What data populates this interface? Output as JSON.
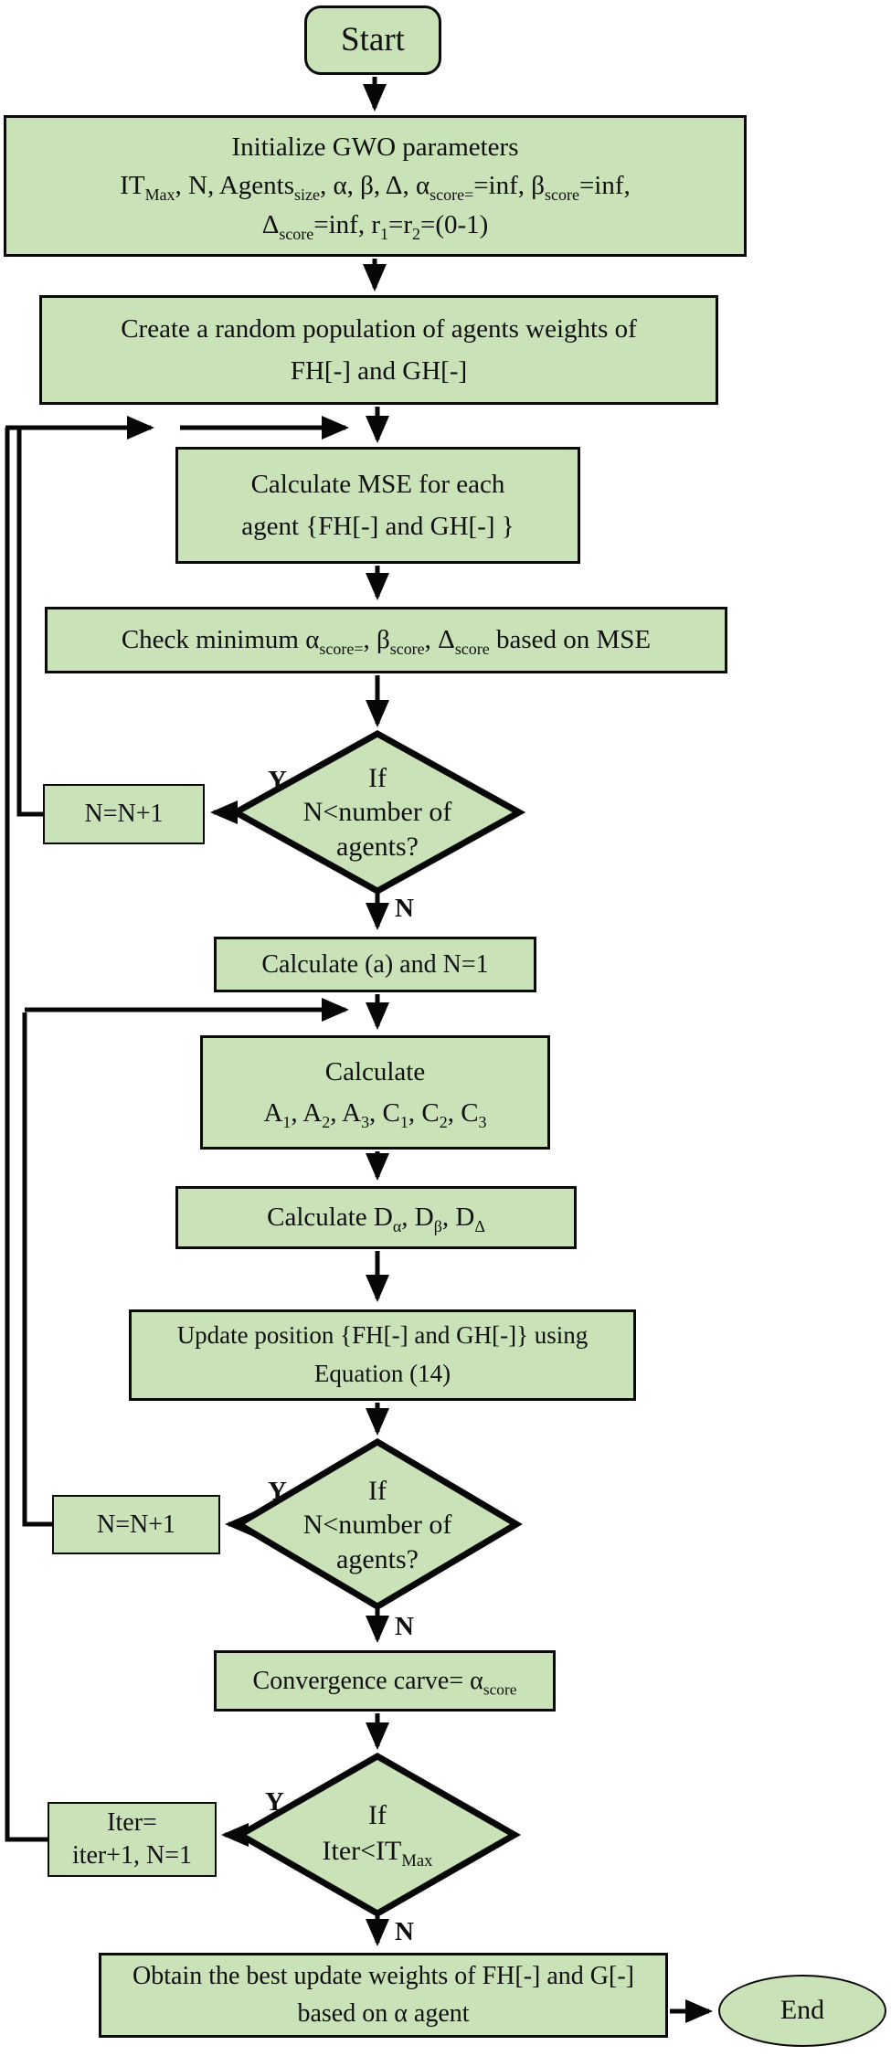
{
  "colors": {
    "node_fill": "#c9e2b8",
    "node_border": "#0a0a0a",
    "line": "#070707"
  },
  "labels": {
    "yes": "Y",
    "no": "N"
  },
  "nodes": {
    "start": {
      "label": "Start"
    },
    "init": {
      "line1": "Initialize GWO parameters",
      "line2_html": "IT<sub>Max</sub>, N, Agents<sub>size</sub>, α, β, Δ, α<sub>score=</sub>=inf, β<sub>score</sub>=inf,",
      "line3_html": "Δ<sub>score</sub>=inf, r<sub>1</sub>=r<sub>2</sub>=(0-1)"
    },
    "create": {
      "line1": "Create a random population of agents weights of",
      "line2": "FH[-] and GH[-]"
    },
    "mse": {
      "line1": "Calculate MSE for each",
      "line2": "agent {FH[-] and GH[-] }"
    },
    "check": {
      "line_html": "Check minimum α<sub>score=</sub>, β<sub>score</sub>, Δ<sub>score</sub> based on MSE"
    },
    "decision_agents": {
      "line1": "If",
      "line2": "N<number of",
      "line3": "agents?"
    },
    "increment_n": {
      "label": "N=N+1"
    },
    "calc_a": {
      "label": "Calculate (a) and N=1"
    },
    "calc_coeff": {
      "line1": "Calculate",
      "line2_html": "A<sub>1</sub>, A<sub>2</sub>, A<sub>3</sub>, C<sub>1</sub>, C<sub>2</sub>, C<sub>3</sub>"
    },
    "calc_d": {
      "line_html": "Calculate D<sub>α</sub>, D<sub>β</sub>, D<sub>Δ</sub>"
    },
    "update": {
      "line1": "Update position {FH[-] and GH[-]} using",
      "line2": "Equation (14)"
    },
    "convergence": {
      "line_html": "Convergence carve= α<sub>score</sub>"
    },
    "decision_iter": {
      "line1": "If",
      "line2_html": "Iter&lt;IT<sub>Max</sub>"
    },
    "increment_iter": {
      "line1": "Iter=",
      "line2": "iter+1, N=1"
    },
    "obtain": {
      "line1": "Obtain the best update weights of FH[-] and G[-]",
      "line2": "based on α agent"
    },
    "end": {
      "label": "End"
    }
  }
}
